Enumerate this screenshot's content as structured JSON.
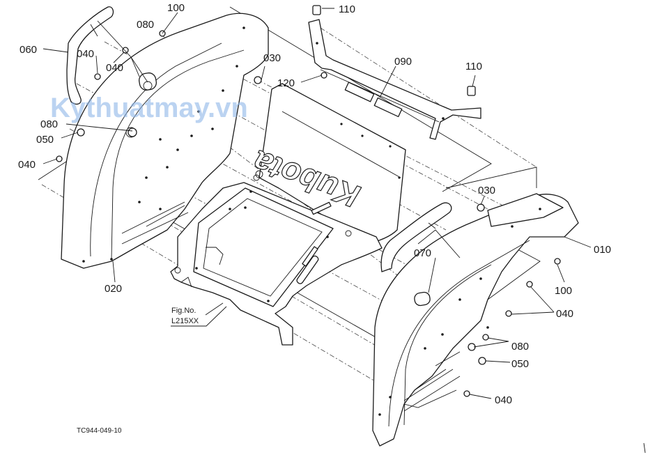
{
  "watermark": "Kythuatmay.vn",
  "logo_text": "Kubota",
  "figure_code": "TC944-049-10",
  "fig_ref": {
    "line1": "Fig.No.",
    "line2": "L215XX"
  },
  "callouts": {
    "c_060": "060",
    "c_040_a": "040",
    "c_040_b": "040",
    "c_080_a": "080",
    "c_100_a": "100",
    "c_110_a": "110",
    "c_030_a": "030",
    "c_120": "120",
    "c_090": "090",
    "c_110_b": "110",
    "c_080_b": "080",
    "c_050_a": "050",
    "c_040_c": "040",
    "c_030_b": "030",
    "c_010": "010",
    "c_070": "070",
    "c_100_b": "100",
    "c_040_d": "040",
    "c_080_c": "080",
    "c_050_b": "050",
    "c_040_e": "040",
    "c_020": "020"
  }
}
